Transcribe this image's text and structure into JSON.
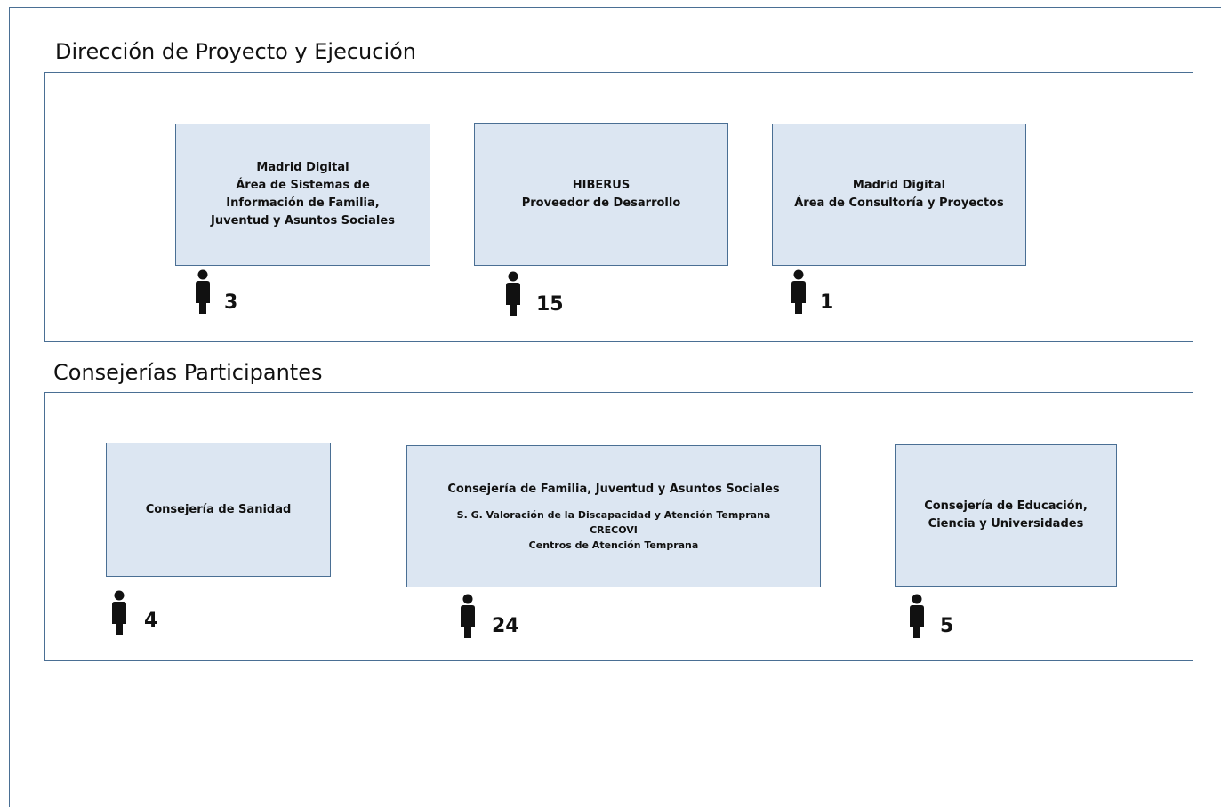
{
  "sections": [
    {
      "title": "Dirección de Proyecto y Ejecución",
      "units": [
        {
          "lines": [
            "Madrid Digital",
            "Área de Sistemas de",
            "Información de Familia,",
            "Juventud y Asuntos Sociales"
          ],
          "people": "3"
        },
        {
          "lines": [
            "HIBERUS",
            "Proveedor de Desarrollo"
          ],
          "people": "15"
        },
        {
          "lines": [
            "Madrid Digital",
            "Área de Consultoría y Proyectos"
          ],
          "people": "1"
        }
      ]
    },
    {
      "title": "Consejerías Participantes",
      "units": [
        {
          "lines": [
            "Consejería de Sanidad"
          ],
          "people": "4"
        },
        {
          "lines": [
            "Consejería de Familia, Juventud y Asuntos Sociales"
          ],
          "details": [
            "S. G. Valoración de la Discapacidad y Atención Temprana",
            "CRECOVI",
            "Centros de Atención Temprana"
          ],
          "people": "24"
        },
        {
          "lines": [
            "Consejería de Educación,",
            "Ciencia y Universidades"
          ],
          "people": "5"
        }
      ]
    }
  ],
  "icons": {
    "person": "person-icon"
  },
  "colors": {
    "box_fill": "#dce6f2",
    "border": "#4a6f94",
    "text": "#111111"
  }
}
